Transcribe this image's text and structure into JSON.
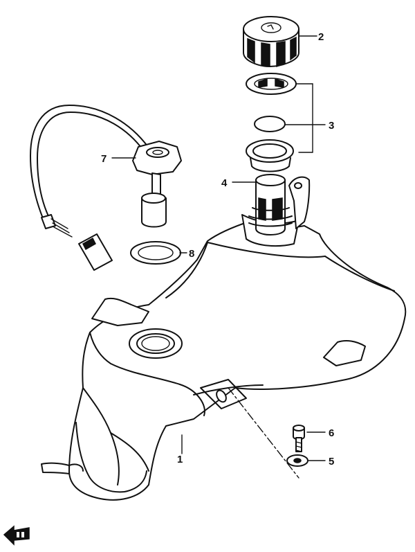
{
  "callouts": [
    {
      "id": "1",
      "label": "1"
    },
    {
      "id": "2",
      "label": "2"
    },
    {
      "id": "3",
      "label": "3"
    },
    {
      "id": "4",
      "label": "4"
    },
    {
      "id": "5",
      "label": "5"
    },
    {
      "id": "6",
      "label": "6"
    },
    {
      "id": "7",
      "label": "7"
    },
    {
      "id": "8",
      "label": "8"
    }
  ],
  "icons": {
    "front_indicator": "front-arrow-icon"
  }
}
